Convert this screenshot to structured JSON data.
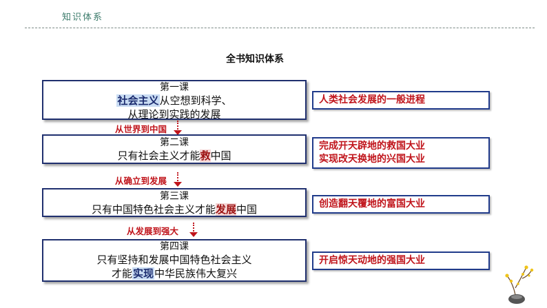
{
  "header": {
    "title": "知识体系"
  },
  "main_title": "全书知识体系",
  "lessons": [
    {
      "title": "第一课",
      "line1_highlight": "社会主义",
      "line1_rest": "从空想到科学、",
      "line2": "从理论到实践的发展"
    },
    {
      "title": "第二课",
      "line1_before": "只有社会主义才能",
      "line1_highlight": "救",
      "line1_after": "中国"
    },
    {
      "title": "第三课",
      "line1_before": "只有中国特色社会主义才能",
      "line1_highlight": "发展",
      "line1_after": "中国"
    },
    {
      "title": "第四课",
      "line1": "只有坚持和发展中国特色社会主义",
      "line2_before": "才能",
      "line2_highlight": "实现",
      "line2_after": "中华民族伟大复兴"
    }
  ],
  "connectors": [
    {
      "text": "从世界到中国"
    },
    {
      "text": "从确立到发展"
    },
    {
      "text": "从发展到强大"
    }
  ],
  "tags": [
    {
      "lines": [
        "人类社会发展的一般进程"
      ]
    },
    {
      "lines": [
        "完成开天辟地的救国大业",
        "实现改天换地的兴国大业"
      ]
    },
    {
      "lines": [
        "创造翻天覆地的富国大业"
      ]
    },
    {
      "lines": [
        "开启惊天动地的强国大业"
      ]
    }
  ],
  "colors": {
    "accent_red": "#c0141b",
    "box_border": "#1f2f6e",
    "highlight_blue": "#c9dcf3"
  }
}
